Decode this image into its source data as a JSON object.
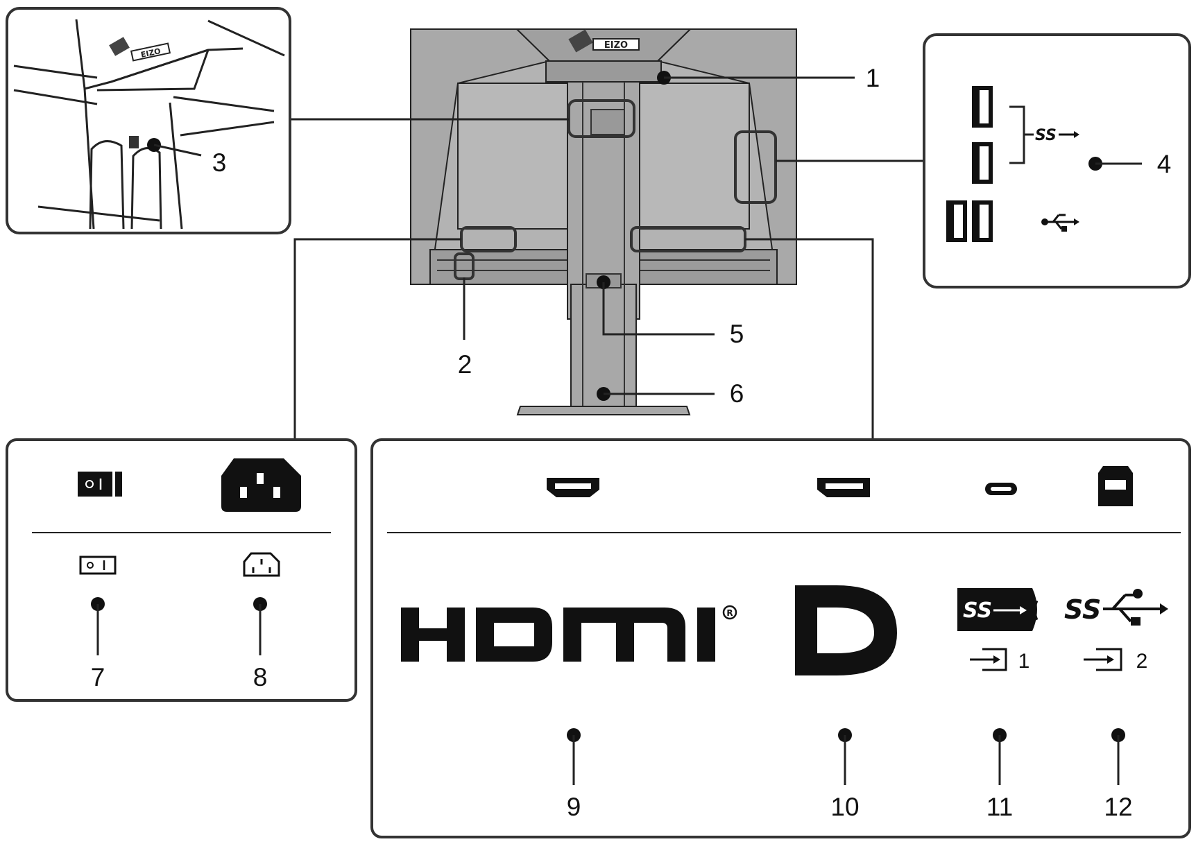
{
  "callouts": {
    "c1": "1",
    "c2": "2",
    "c3": "3",
    "c4": "4",
    "c5": "5",
    "c6": "6",
    "c7": "7",
    "c8": "8",
    "c9": "9",
    "c10": "10",
    "c11": "11",
    "c12": "12"
  },
  "ports": {
    "usbc_index": "1",
    "usba_index": "2"
  },
  "brand": {
    "logo_text": "EIZO"
  },
  "icons": {
    "power_switch": "power-switch-icon",
    "ac_inlet": "ac-inlet-icon",
    "hdmi": "hdmi-port-icon",
    "displayport": "displayport-port-icon",
    "usb_c": "usb-c-port-icon",
    "usb_b": "usb-b-port-icon",
    "usb": "usb-icon",
    "usb_ss": "usb-superspeed-icon",
    "input": "input-arrow-icon"
  },
  "colors": {
    "monitor_body": "#b3b3b3",
    "monitor_shade": "#a3a3a3",
    "ink": "#111111",
    "panel_border": "#333333"
  }
}
